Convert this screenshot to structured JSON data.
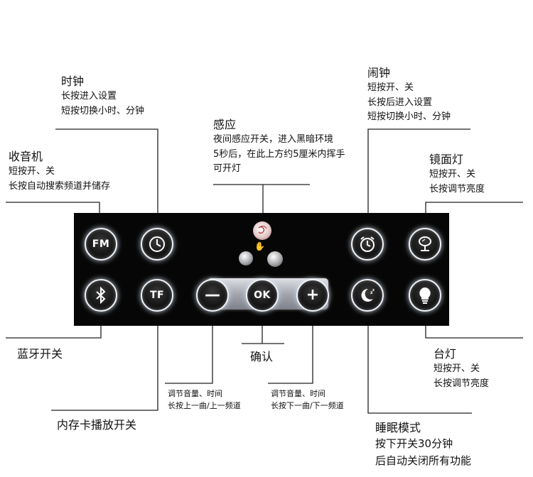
{
  "buttons": {
    "fm": "FM",
    "tf": "TF",
    "ok": "OK",
    "minus": "—",
    "plus": "+"
  },
  "labels": {
    "clock": {
      "title": "时钟",
      "lines": [
        "长按进入设置",
        "短按切换小时、分钟"
      ]
    },
    "alarm": {
      "title": "闹钟",
      "lines": [
        "短按开、关",
        "长按后进入设置",
        "短按切换小时、分钟"
      ]
    },
    "sensor": {
      "title": "感应",
      "lines": [
        "夜间感应开关，进入黑暗环境",
        "5秒后，在此上方约5厘米内挥手",
        "可开灯"
      ]
    },
    "radio": {
      "title": "收音机",
      "lines": [
        "短按开、关",
        "长按自动搜索频道并储存"
      ]
    },
    "mirror_light": {
      "title": "镜面灯",
      "lines": [
        "短按开、关",
        "长按调节亮度"
      ]
    },
    "bluetooth": {
      "title": "蓝牙开关"
    },
    "confirm": {
      "title": "确认"
    },
    "desk_lamp": {
      "title": "台灯",
      "lines": [
        "短按开、关",
        "长按调节亮度"
      ]
    },
    "volume_down": {
      "lines": [
        "调节音量、时间",
        "长按上一曲/上一频道"
      ]
    },
    "volume_up": {
      "lines": [
        "调节音量、时间",
        "长按下一曲/下一频道"
      ]
    },
    "tf_card": {
      "title": "内存卡播放开关"
    },
    "sleep": {
      "title": "睡眠模式",
      "lines": [
        "按下开关30分钟",
        "后自动关闭所有功能"
      ]
    }
  },
  "icons": {
    "fm": "fm-text",
    "clock": "clock-icon",
    "alarm": "alarm-clock-icon",
    "mirror": "mirror-lamp-icon",
    "bluetooth": "bluetooth-icon",
    "tf": "tf-text",
    "minus": "minus-icon",
    "ok": "ok-text",
    "plus": "plus-icon",
    "sleep": "moon-sleep-icon",
    "bulb": "bulb-icon",
    "sensor": "hand-wave-sensor-icon"
  },
  "colors": {
    "panel": "#060606",
    "button_ring": "#eef2f8",
    "slider": "#a3a6ae",
    "text": "#111111"
  }
}
